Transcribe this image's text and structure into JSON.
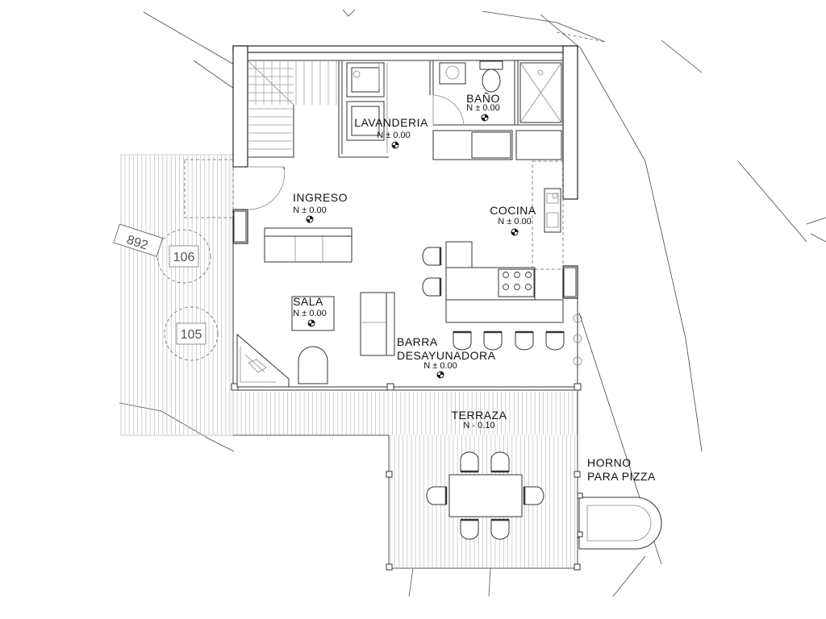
{
  "plan": {
    "rooms": [
      {
        "name": "LAVANDERIA",
        "level": "N ± 0.00"
      },
      {
        "name": "BAÑO",
        "level": "N ± 0.00"
      },
      {
        "name": "INGRESO",
        "level": "N ± 0.00"
      },
      {
        "name": "COCINA",
        "level": "N ± 0.00"
      },
      {
        "name": "SALA",
        "level": "N ± 0.00"
      },
      {
        "name_line1": "BARRA",
        "name_line2": "DESAYUNADORA",
        "level": "N ± 0.00"
      },
      {
        "name": "TERRAZA",
        "level": "N - 0.10"
      }
    ],
    "oven": {
      "line1": "HORNO",
      "line2": "PARA PIZZA"
    },
    "trees": [
      "106",
      "105"
    ],
    "contour_label": "892",
    "colors": {
      "line": "#222222",
      "deck": "#c4c4c4",
      "background": "#ffffff"
    }
  }
}
